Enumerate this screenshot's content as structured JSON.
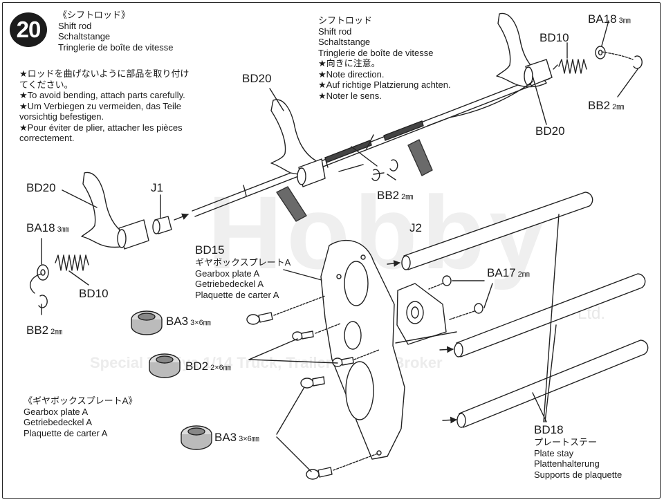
{
  "step": {
    "number": "20",
    "title_lines": [
      "《シフトロッド》",
      "Shift rod",
      "Schaltstange",
      "Tringlerie de boîte de vitesse"
    ]
  },
  "caution": {
    "lines": [
      "★ロッドを曲げないように部品を取り付け",
      "てください。",
      "★To avoid bending, attach parts carefully.",
      "★Um Verbiegen zu vermeiden, das Teile",
      "vorsichtig befestigen.",
      "★Pour éviter de plier, attacher les pièces",
      "correctement."
    ]
  },
  "shift_rod_note": {
    "lines": [
      "シフトロッド",
      "Shift rod",
      "Schaltstange",
      "Tringlerie de boîte de vitesse",
      "★向きに注意。",
      "★Note direction.",
      "★Auf richtige Platzierung achten.",
      "★Noter le sens."
    ]
  },
  "gearbox_plate_label": {
    "lines": [
      "BD15",
      "ギヤボックスプレートA",
      "Gearbox plate A",
      "Getriebedeckel A",
      "Plaquette de carter A"
    ]
  },
  "gearbox_plate_section": {
    "lines": [
      "《ギヤボックスプレートA》",
      "Gearbox plate A",
      "Getriebedeckel A",
      "Plaquette de carter A"
    ]
  },
  "plate_stay_label": {
    "lines": [
      "BD18",
      "プレートステー",
      "Plate stay",
      "Plattenhalterung",
      "Supports de plaquette"
    ]
  },
  "part_labels": {
    "bd20_top": "BD20",
    "bd20_right": "BD20",
    "bd20_left": "BD20",
    "bd10_top": "BD10",
    "bd10_left": "BD10",
    "ba18_top": "BA18",
    "ba18_top_size": "3㎜",
    "ba18_left": "BA18",
    "ba18_left_size": "3㎜",
    "bb2_right": "BB2",
    "bb2_right_size": "2㎜",
    "bb2_mid": "BB2",
    "bb2_mid_size": "2㎜",
    "bb2_left": "BB2",
    "bb2_left_size": "2㎜",
    "j1": "J1",
    "j2": "J2",
    "ba17": "BA17",
    "ba17_size": "2㎜",
    "ba3_top": "BA3",
    "ba3_top_size": "3×6㎜",
    "bd2": "BD2",
    "bd2_size": "2×6㎜",
    "ba3_bottom": "BA3",
    "ba3_bottom_size": "3×6㎜"
  },
  "watermark": {
    "line1": "Hobby",
    "line2": "Special Tamiya 1/14 Truck, Trailer & Parts Broker",
    "suffix": "Ltd."
  }
}
